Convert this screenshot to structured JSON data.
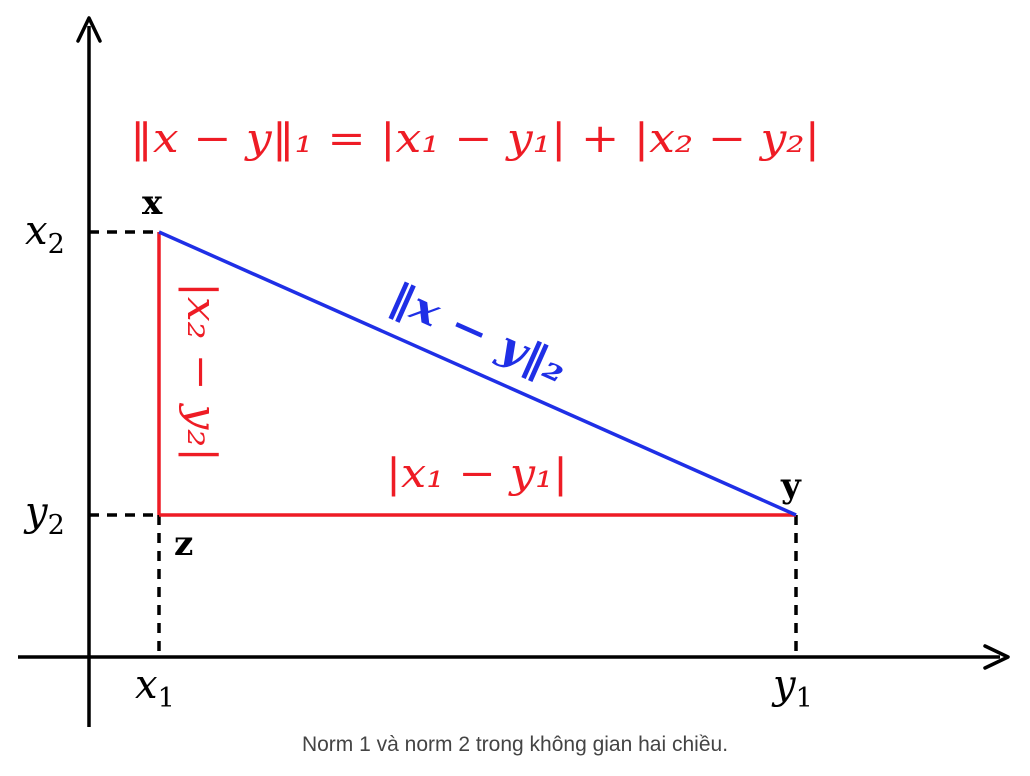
{
  "colors": {
    "axis": "#000000",
    "red": "#ee1c25",
    "blue": "#1f2fe6",
    "caption": "#444444"
  },
  "points": {
    "x_label": "x",
    "y_label": "y",
    "z_label": "z"
  },
  "ticks": {
    "x1": "x",
    "x1_sub": "1",
    "y1": "y",
    "y1_sub": "1",
    "x2": "x",
    "x2_sub": "2",
    "y2": "y",
    "y2_sub": "2"
  },
  "formula": {
    "l1_norm": "‖x − y‖₁ = |x₁ − y₁| + |x₂ − y₂|",
    "l2_norm": "‖x − y‖₂",
    "horizontal_leg": "|x₁ − y₁|",
    "vertical_leg": "|x₂ − y₂|"
  },
  "caption": "Norm 1 và norm 2 trong không gian hai chiều."
}
